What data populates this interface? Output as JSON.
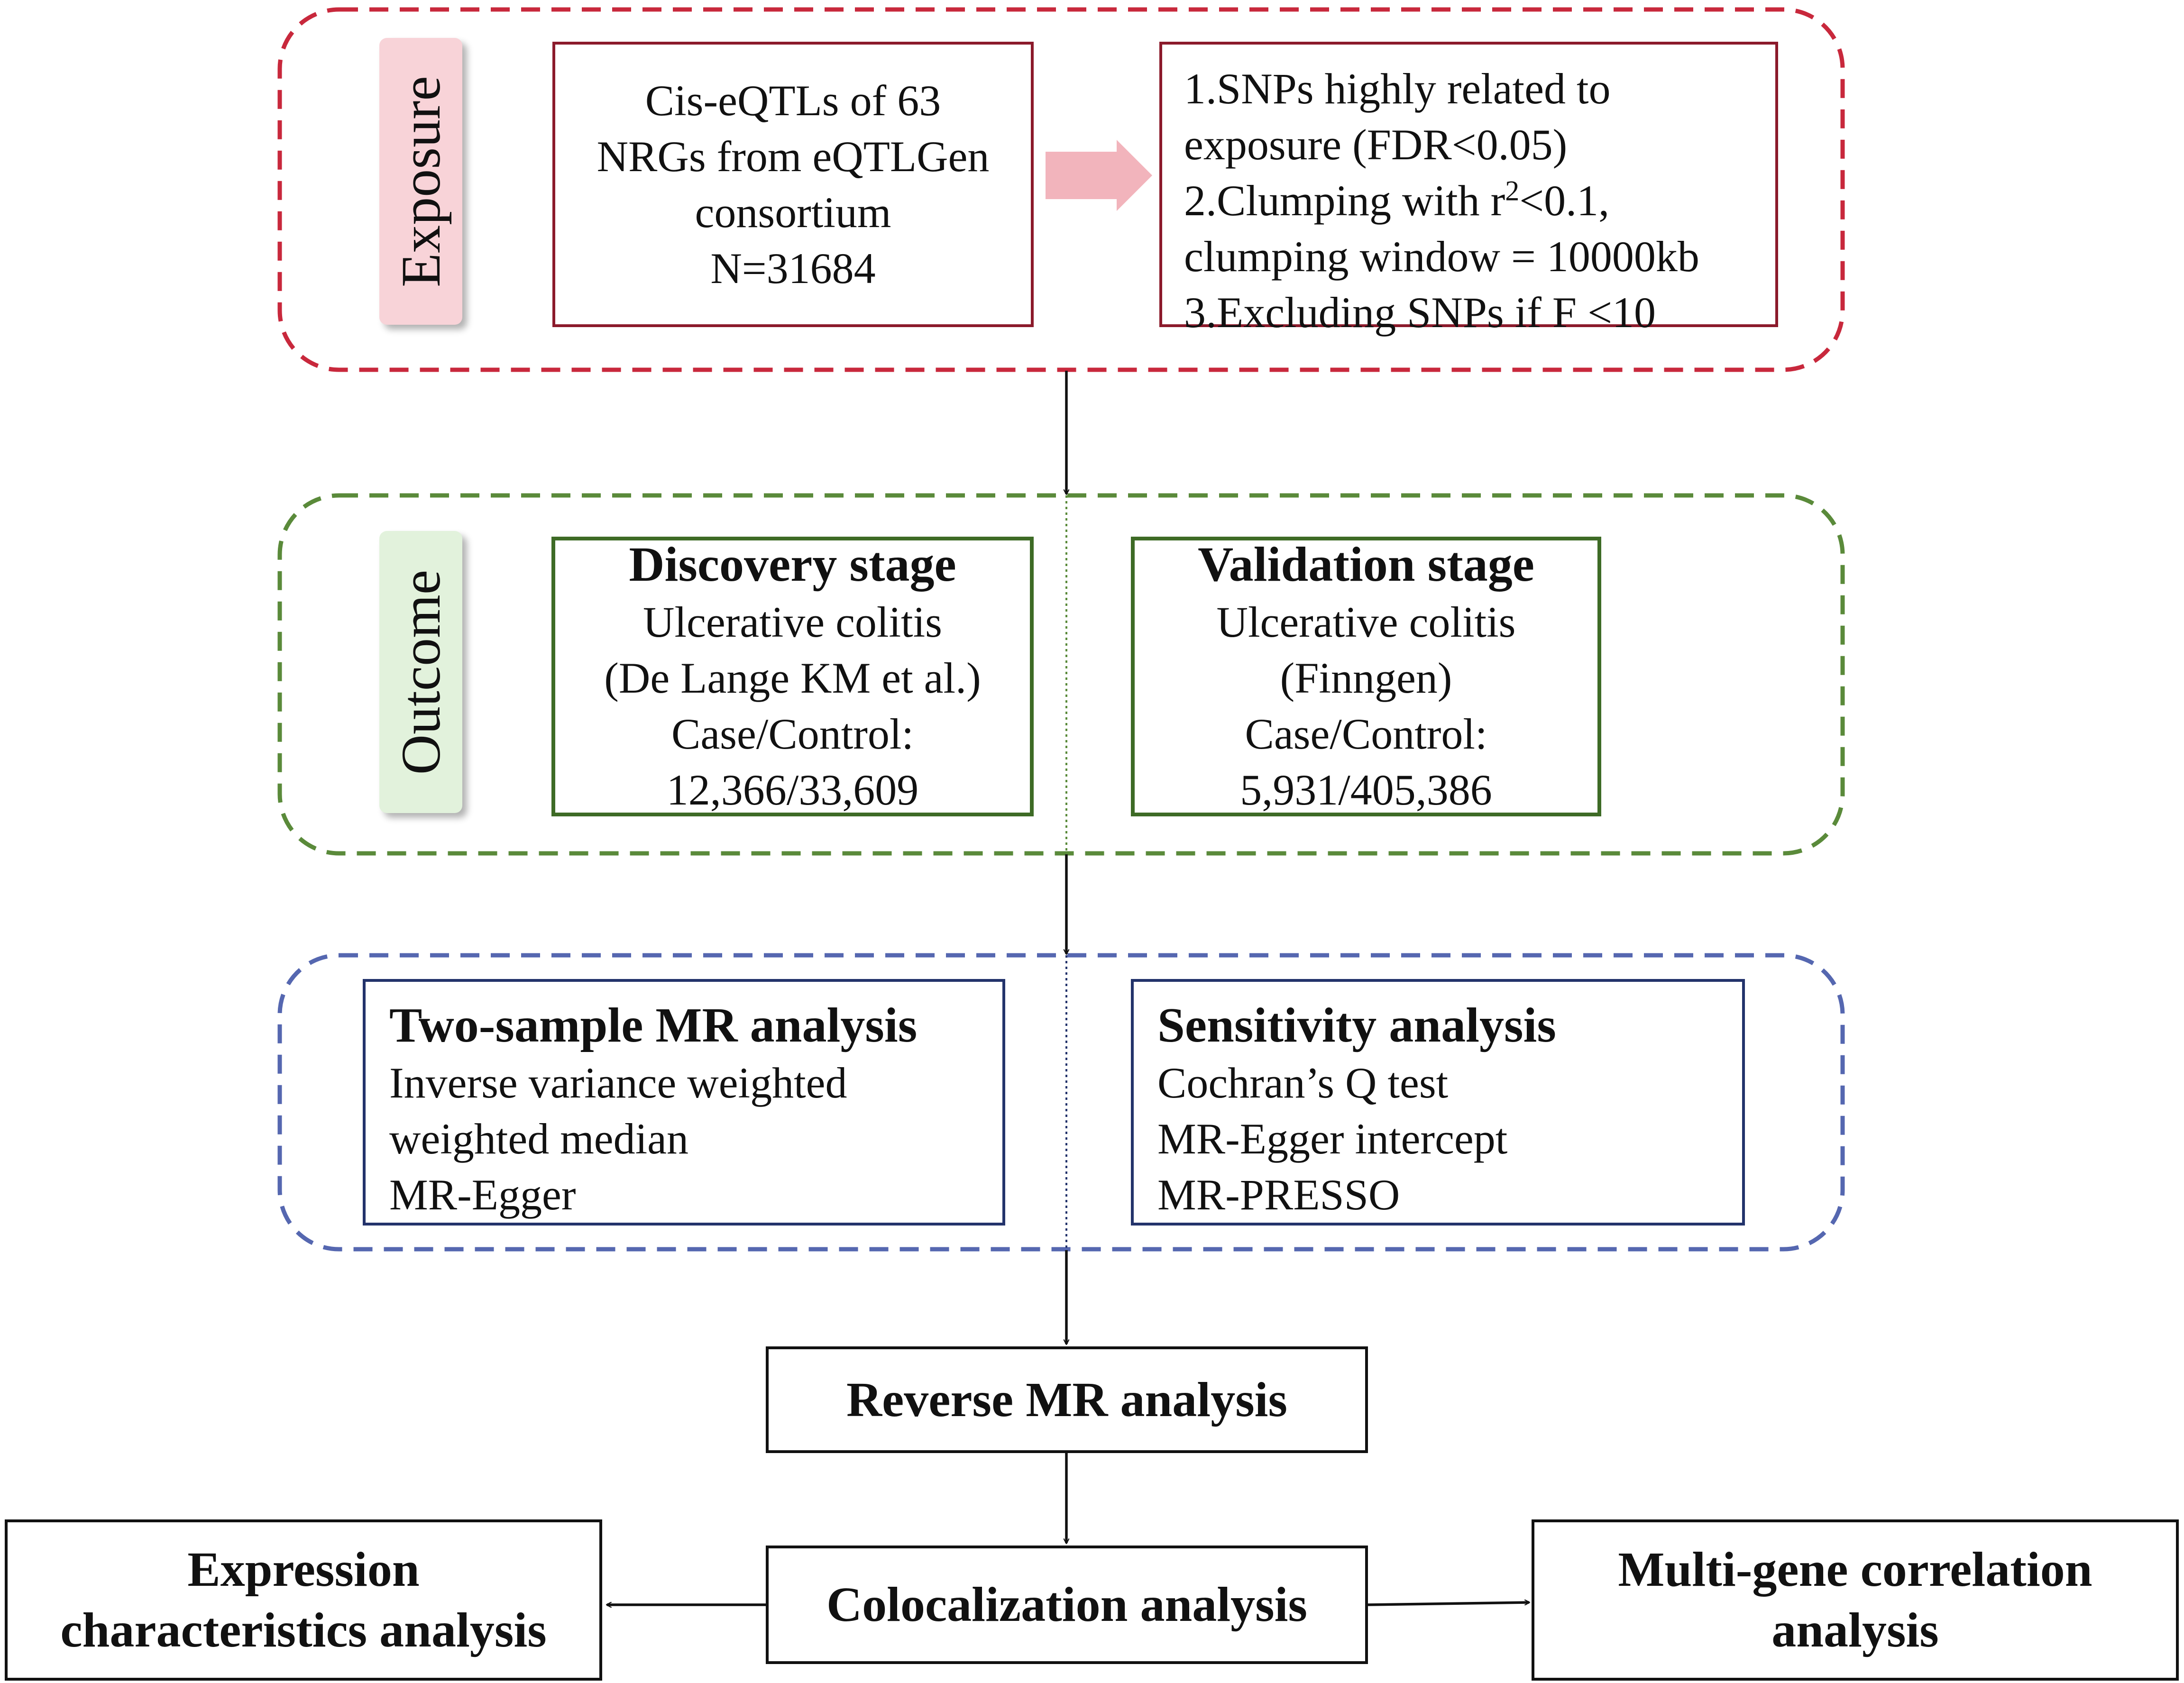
{
  "exposure": {
    "label": "Exposure",
    "source_lines": [
      "Cis-eQTLs of 63",
      "NRGs from eQTLGen",
      "consortium",
      "N=31684"
    ],
    "criteria": {
      "line1": "1.SNPs highly related to",
      "line2": "exposure (FDR<0.05)",
      "line3_pre": "2.Clumping with r",
      "line3_sup": "2",
      "line3_post": "<0.1,",
      "line4": "clumping window = 10000kb",
      "line5": "3.Excluding SNPs if F <10"
    }
  },
  "outcome": {
    "label": "Outcome",
    "discovery": {
      "title": "Discovery stage",
      "lines": [
        "Ulcerative colitis",
        "(De Lange KM et al.)",
        "Case/Control:",
        "12,366/33,609"
      ]
    },
    "validation": {
      "title": "Validation stage",
      "lines": [
        "Ulcerative colitis",
        "(Finngen)",
        "Case/Control:",
        "5,931/405,386"
      ]
    }
  },
  "analysis": {
    "two_sample": {
      "title": "Two-sample MR analysis",
      "lines": [
        "Inverse variance weighted",
        "weighted median",
        "MR-Egger"
      ]
    },
    "sensitivity": {
      "title": "Sensitivity analysis",
      "lines": [
        "Cochran’s Q test",
        "MR-Egger intercept",
        "MR-PRESSO"
      ]
    }
  },
  "reverse_mr": "Reverse MR analysis",
  "colocalization": "Colocalization analysis",
  "expression": [
    "Expression",
    "characteristics analysis"
  ],
  "multigene": [
    "Multi-gene correlation",
    "analysis"
  ],
  "colors": {
    "exposure_border": "#C8283C",
    "exposure_tab": "#F8D3D8",
    "outcome_border": "#5A8A3A",
    "outcome_tab": "#E2F2DC",
    "analysis_border": "#5567B0",
    "arrow_pink": "#F2B4BC"
  }
}
